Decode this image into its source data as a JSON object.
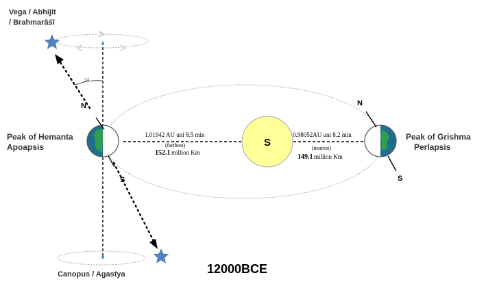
{
  "stars": {
    "north": "Vega / Abhijit",
    "north_line2": "/ Brahmarāśī",
    "south": "Canopus / Agastya"
  },
  "left_earth": {
    "title": "Peak of Hemanta",
    "subtitle": "Apoapsis",
    "pole_n": "N",
    "pole_s": "S",
    "tilt": "24"
  },
  "right_earth": {
    "title": "Peak of Grishma",
    "subtitle": "Perlapsis",
    "pole_n": "N",
    "pole_s": "S"
  },
  "sun": {
    "label": "S"
  },
  "distances": {
    "far_au": "1.01942 AU uni 8.5 min",
    "far_tag": "(farthest)",
    "far_km_value": "152.1",
    "far_km_unit": "million Km",
    "near_au": "0.98052AU uni 8.2 min",
    "near_tag": "(nearest)",
    "near_km_value": "149.1",
    "near_km_unit": "million Km"
  },
  "era": "12000BCE",
  "colors": {
    "star": "#4f81bd",
    "sun": "#ffff99",
    "ocean": "#1f6e8c",
    "land": "#2f9e4f",
    "orbit": "#a6a6a6"
  }
}
